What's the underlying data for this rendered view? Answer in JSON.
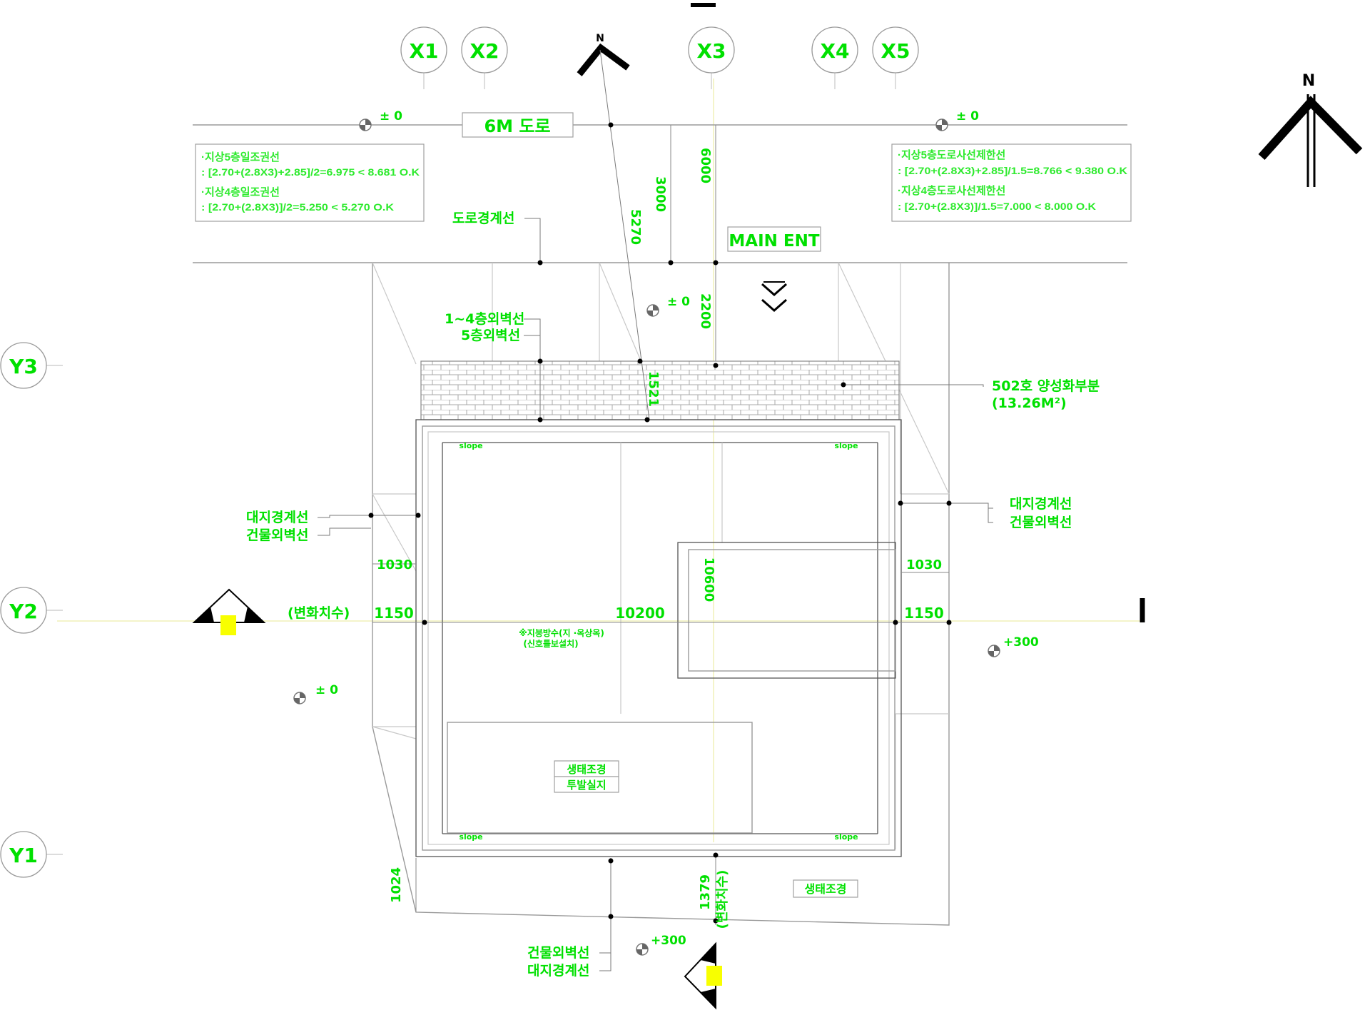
{
  "grid": {
    "x_labels": [
      "X1",
      "X2",
      "X3",
      "X4",
      "X5"
    ],
    "y_labels": [
      "Y3",
      "Y2",
      "Y1"
    ]
  },
  "road": {
    "label": "6M 도로"
  },
  "entrance": {
    "label": "MAIN ENT"
  },
  "north": {
    "label": "N"
  },
  "levels": {
    "zero": "± 0",
    "plus300": "+300"
  },
  "sunlight_note": {
    "l1": "·지상5층일조권선",
    "l2": ": [2.70+(2.8X3)+2.85]/2=6.975 < 8.681 O.K",
    "l3": "·지상4층일조권선",
    "l4": ": [2.70+(2.8X3)]/2=5.250 < 5.270 O.K"
  },
  "road_note": {
    "l1": "·지상5층도로사선제한선",
    "l2": ": [2.70+(2.8X3)+2.85]/1.5=8.766 < 9.380 O.K",
    "l3": "·지상4층도로사선제한선",
    "l4": ": [2.70+(2.8X3)]/1.5=7.000 < 8.000 O.K"
  },
  "callouts": {
    "road_boundary": "도로경계선",
    "wall_1_4": "1~4층외벽선",
    "wall_5": "5층외벽선",
    "room502_a": "502호 양성화부분",
    "room502_b": "(13.26M²)",
    "site_boundary": "대지경계선",
    "building_wall": "건물외벽선",
    "setback_change": "(변화치수)",
    "eco_1": "생태조경",
    "eco_2": "투발실지",
    "eco_3": "생태조경",
    "roof_note_1": "※지붕방수(지 ·옥상옥)",
    "roof_note_2": "(신호틀보설치)",
    "slope": "slope"
  },
  "dims": {
    "d3000": "3000",
    "d6000": "6000",
    "d5270": "5270",
    "d2200": "2200",
    "d1521": "1521",
    "d1030": "1030",
    "d1150": "1150",
    "d10200": "10200",
    "d10600": "10600",
    "d1024": "1024",
    "d1379": "1379",
    "changed": "(변화치수)"
  }
}
